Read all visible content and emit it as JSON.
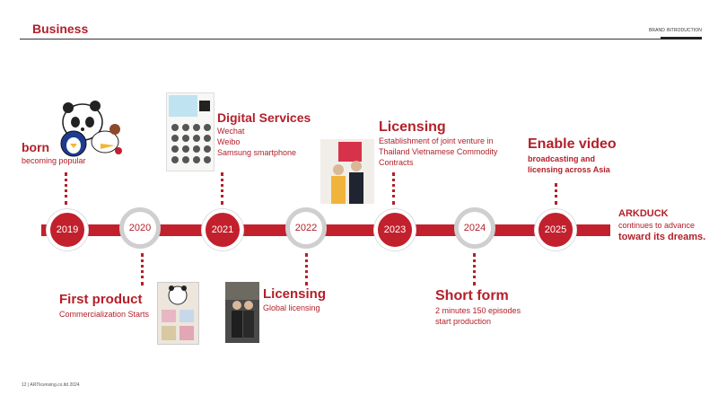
{
  "header": {
    "title": "Business",
    "brand": "BRAND INTRODUCTION"
  },
  "footer": {
    "text": "12 | ARTlicensing.co.ltd 2024"
  },
  "years": [
    "2019",
    "2020",
    "2021",
    "2022",
    "2023",
    "2024",
    "2025"
  ],
  "events": {
    "y2019": {
      "title": "born",
      "sub": "becoming popular"
    },
    "y2020": {
      "title": "First product",
      "sub": "Commercialization Starts"
    },
    "y2021": {
      "title": "Digital Services",
      "lines": [
        "Wechat",
        "Weibo",
        "Samsung smartphone"
      ]
    },
    "y2022": {
      "title": "Licensing",
      "sub": "Global licensing"
    },
    "y2023": {
      "title": "Licensing",
      "lines": [
        "Establishment  of joint venture  in",
        "Thailand  Vietnamese Commodity",
        "Contracts"
      ]
    },
    "y2024": {
      "title": "Short form",
      "lines": [
        "2 minutes  150 episodes",
        "start production"
      ]
    },
    "y2025": {
      "title": "Enable video",
      "lines": [
        "broadcasting and",
        "licensing across Asia"
      ]
    }
  },
  "closing": {
    "brand": "ARKDUCK",
    "line1": "continues  to advance",
    "line2": "toward its dreams."
  }
}
